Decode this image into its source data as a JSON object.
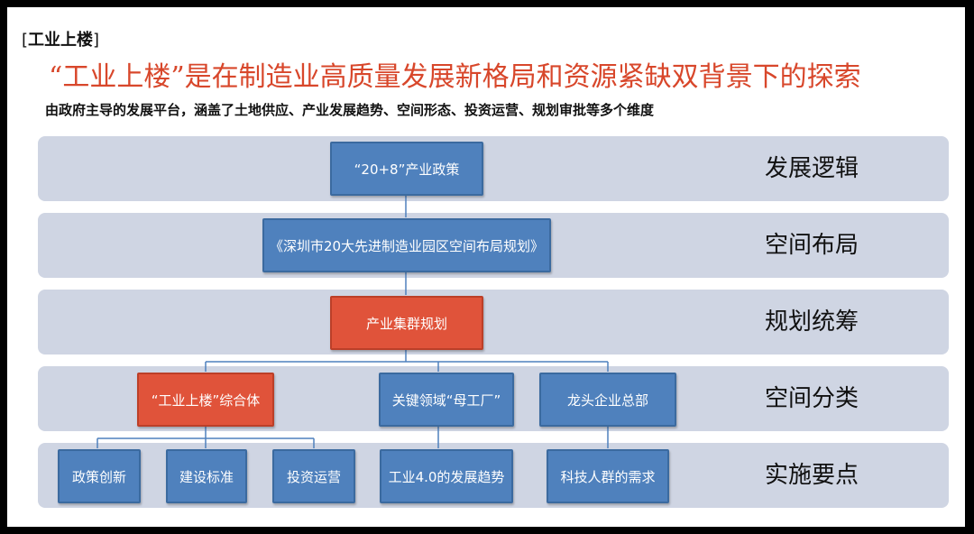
{
  "header": {
    "tag": "工业上楼",
    "title": "“工业上楼”是在制造业高质量发展新格局和资源紧缺双背景下的探索",
    "subtitle": "由政府主导的发展平台，涵盖了土地供应、产业发展趋势、空间形态、投资运营、规划审批等多个维度"
  },
  "rows": [
    {
      "label": "发展逻辑"
    },
    {
      "label": "空间布局"
    },
    {
      "label": "规划统筹"
    },
    {
      "label": "空间分类"
    },
    {
      "label": "实施要点"
    }
  ],
  "nodes": {
    "policy": "“20+8”产业政策",
    "layout_plan": "《深圳市20大先进制造业园区空间布局规划》",
    "cluster_plan": "产业集群规划",
    "complex": "“工业上楼”综合体",
    "mother_factory": "关键领域“母工厂”",
    "hq": "龙头企业总部",
    "policy_innovation": "政策创新",
    "construction_standard": "建设标准",
    "investment_operation": "投资运营",
    "industry40": "工业4.0的发展趋势",
    "talent_needs": "科技人群的需求"
  },
  "colors": {
    "accent": "#d8472b",
    "band": "#cfd5e3",
    "node_blue": "#4f81bd",
    "node_orange": "#e0533a",
    "connector": "#4f81bd"
  }
}
